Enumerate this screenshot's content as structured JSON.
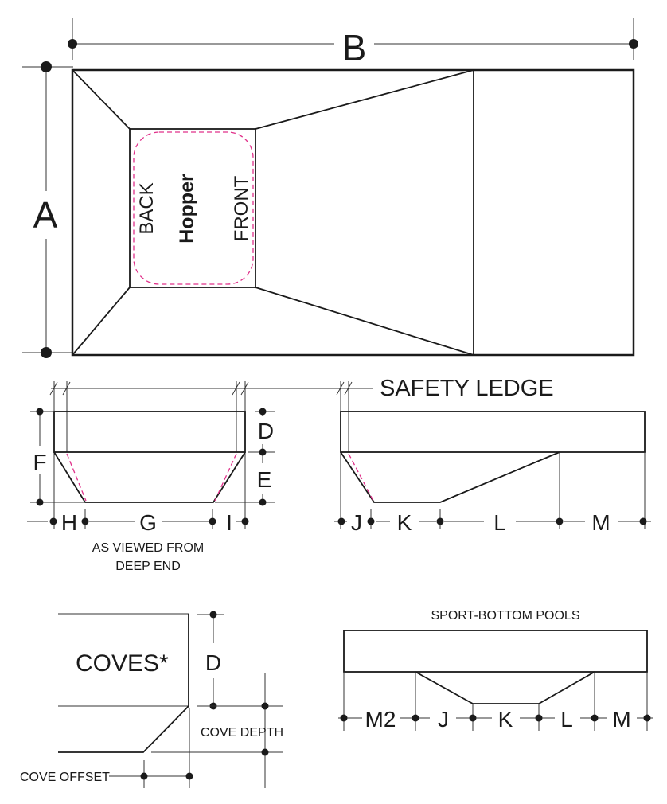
{
  "plan": {
    "dim_a": "A",
    "dim_b": "B",
    "back": "BACK",
    "hopper": "Hopper",
    "front": "FRONT"
  },
  "section_deep": {
    "d": "D",
    "e": "E",
    "f": "F",
    "g": "G",
    "h": "H",
    "i": "I",
    "caption_line1": "AS VIEWED FROM",
    "caption_line2": "DEEP END"
  },
  "section_side": {
    "safety_ledge": "SAFETY LEDGE",
    "j": "J",
    "k": "K",
    "l": "L",
    "m": "M"
  },
  "coves": {
    "title": "COVES*",
    "d": "D",
    "cove_depth": "COVE DEPTH",
    "cove_offset": "COVE OFFSET"
  },
  "sport_bottom": {
    "title": "SPORT-BOTTOM POOLS",
    "m2": "M2",
    "j": "J",
    "k": "K",
    "l": "L",
    "m": "M"
  },
  "colors": {
    "line": "#1a1a1a",
    "hopper_outline": "#e0308a"
  }
}
